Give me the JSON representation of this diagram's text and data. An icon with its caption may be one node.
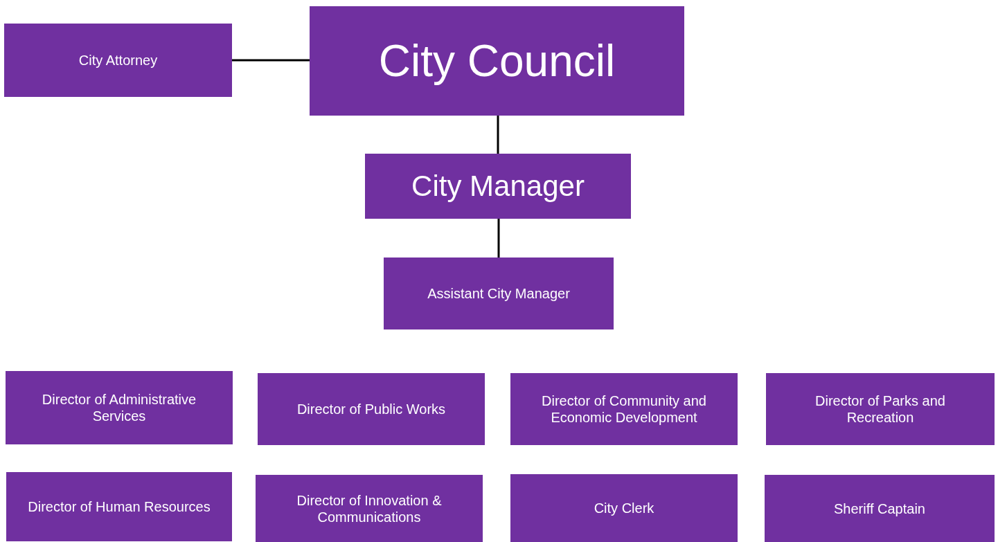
{
  "diagram": {
    "nodes": [
      {
        "text": [
          "City Attorney"
        ]
      },
      {
        "text": [
          "City Council"
        ]
      },
      {
        "text": [
          "City Manager"
        ]
      },
      {
        "text": [
          "Assistant City Manager"
        ]
      },
      {
        "text": [
          "Director of Administrative Services"
        ]
      },
      {
        "text": [
          "Director of Public Works"
        ]
      },
      {
        "text": [
          "Director of Community and Economic Development"
        ]
      },
      {
        "text": [
          "Director of Parks and Recreation"
        ]
      },
      {
        "text": [
          "Director of Human Resources"
        ]
      },
      {
        "text": [
          "Director of Innovation & Communications"
        ]
      },
      {
        "text": [
          "City Clerk"
        ]
      },
      {
        "text": [
          "Sheriff Captain"
        ]
      }
    ],
    "edges": [
      {
        "from": 0,
        "to": 1,
        "arrow": "none"
      },
      {
        "from": 1,
        "to": 2,
        "arrow": "none"
      },
      {
        "from": 2,
        "to": 3,
        "arrow": "none"
      }
    ]
  }
}
